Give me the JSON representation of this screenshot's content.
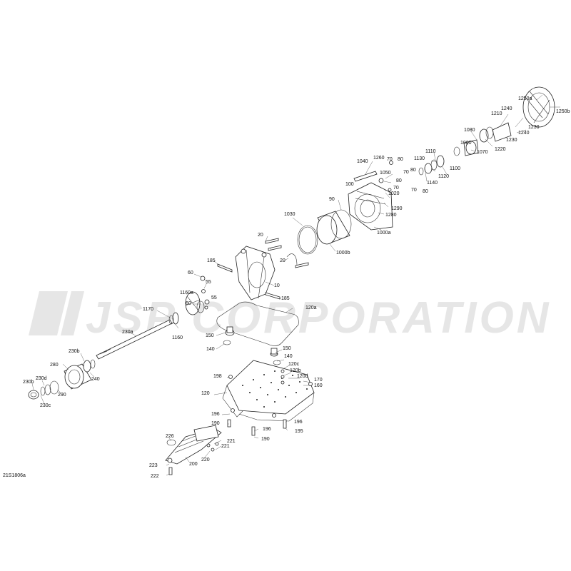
{
  "watermark": "JSP CORPORATION",
  "drawing_ref": "21S1806a",
  "callouts": [
    "1250a",
    "1250b",
    "1210",
    "1240",
    "1230",
    "1240",
    "1230",
    "1080",
    "1060",
    "1220",
    "1070",
    "1110",
    "1130",
    "1120",
    "1100",
    "1140",
    "1040",
    "1260",
    "70",
    "80",
    "1050",
    "80",
    "70",
    "70",
    "80",
    "100",
    "1020",
    "70",
    "80",
    "90",
    "1290",
    "1280",
    "1030",
    "1000b",
    "1000a",
    "20",
    "20",
    "185",
    "10",
    "185",
    "60",
    "55",
    "1160a",
    "60",
    "55",
    "1170",
    "1160",
    "230a",
    "120a",
    "150",
    "140",
    "150",
    "140",
    "120c",
    "120b",
    "120d",
    "170",
    "160",
    "198",
    "120",
    "230b",
    "280",
    "240",
    "230d",
    "290",
    "230b",
    "230c",
    "196",
    "190",
    "196",
    "195",
    "196",
    "190",
    "226",
    "221",
    "221",
    "220",
    "223",
    "200",
    "222"
  ]
}
